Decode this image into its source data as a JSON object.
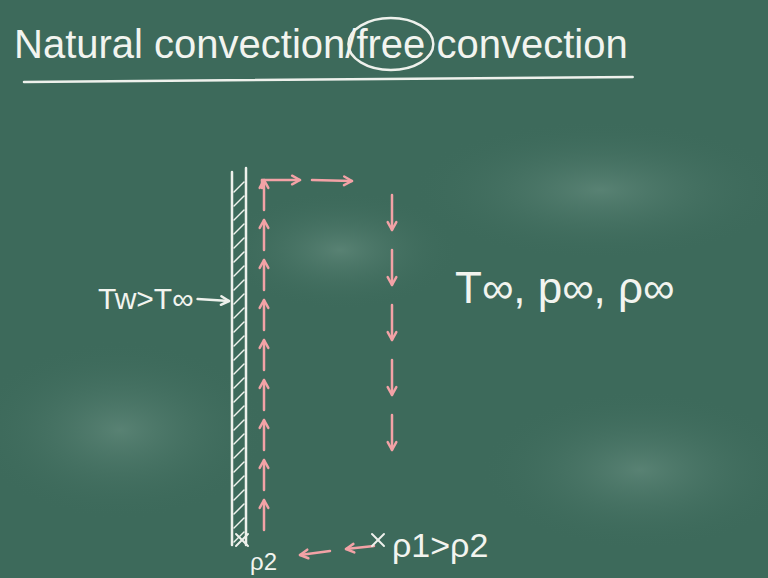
{
  "diagram": {
    "title": "Natural convection/free convection",
    "labels": [
      "Tw>T∞",
      "T∞, p∞, ρ∞",
      "ρ2",
      "ρ1>ρ2"
    ]
  }
}
